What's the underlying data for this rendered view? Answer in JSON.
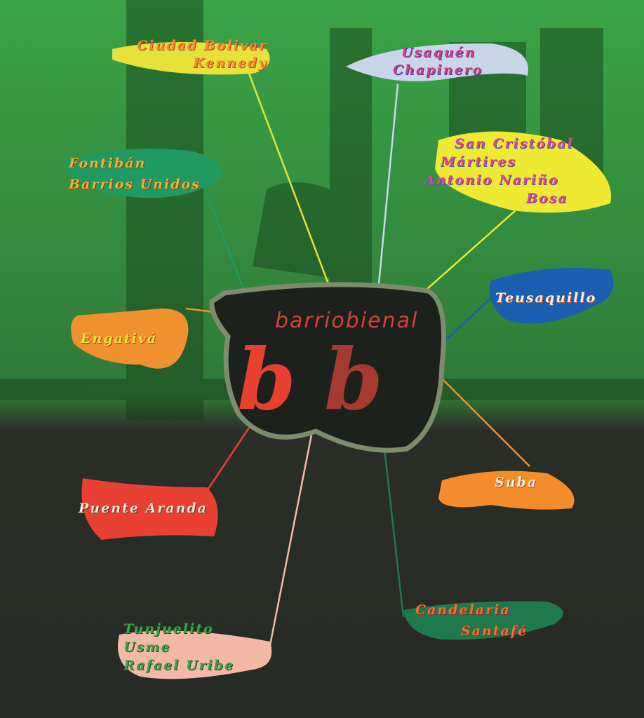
{
  "title": {
    "brand": "barriobienal",
    "logo_letters": [
      "b",
      "b"
    ]
  },
  "colors": {
    "background_green": "#3fa64a",
    "dark": "#262a24",
    "red": "#e8402f",
    "brown_red": "#a53a30"
  },
  "districts": [
    {
      "lines": [
        "Ciudad Bolivar",
        "Kennedy"
      ],
      "blob": "#e6e23a"
    },
    {
      "lines": [
        "Usaquén",
        "Chapinero"
      ],
      "blob": "#c9d6ea"
    },
    {
      "lines": [
        "Fontibán",
        "Barrios Unidos"
      ],
      "blob": "#1f9a63"
    },
    {
      "lines": [
        "San Cristóbal",
        "Mártires",
        "Antonio Nariño",
        "Bosa"
      ],
      "blob": "#eeea34"
    },
    {
      "lines": [
        "Teusaquillo"
      ],
      "blob": "#1a5fb0"
    },
    {
      "lines": [
        "Engativá"
      ],
      "blob": "#f0902e"
    },
    {
      "lines": [
        "Suba"
      ],
      "blob": "#f58c2b"
    },
    {
      "lines": [
        "Puente Aranda"
      ],
      "blob": "#e84033"
    },
    {
      "lines": [
        "Candelaria",
        "Santafé"
      ],
      "blob": "#1e7a4c"
    },
    {
      "lines": [
        "Tunjuelito",
        "Usme",
        "Rafael Uribe"
      ],
      "blob": "#f4b8a6"
    }
  ]
}
